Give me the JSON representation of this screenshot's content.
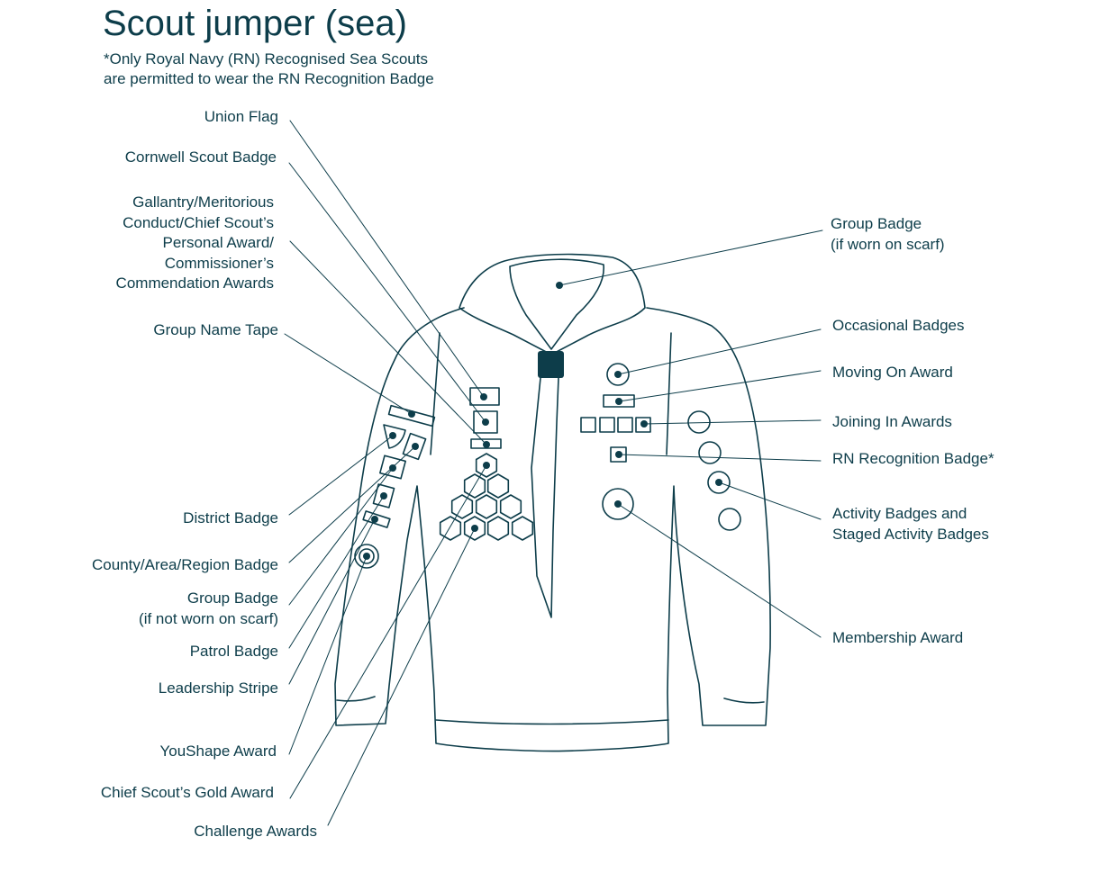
{
  "title": "Scout jumper (sea)",
  "note": {
    "line1": "*Only Royal Navy (RN) Recognised Sea Scouts",
    "line2": "are permitted to wear the RN Recognition Badge"
  },
  "labels_left": {
    "union_flag": "Union Flag",
    "cornwell_scout_badge": "Cornwell Scout Badge",
    "gallantry": [
      "Gallantry/Meritorious",
      "Conduct/Chief Scout’s",
      "Personal Award/",
      "Commissioner’s",
      "Commendation Awards"
    ],
    "group_name_tape": "Group Name Tape",
    "district_badge": "District Badge",
    "county_badge": "County/Area/Region Badge",
    "group_badge_not_scarf": [
      "Group Badge",
      "(if not worn on scarf)"
    ],
    "patrol_badge": "Patrol Badge",
    "leadership_stripe": "Leadership Stripe",
    "youshape_award": "YouShape Award",
    "chief_scout_gold_award": "Chief Scout’s Gold Award",
    "challenge_awards": "Challenge Awards"
  },
  "labels_right": {
    "group_badge_scarf": [
      "Group Badge",
      "(if worn on scarf)"
    ],
    "occasional_badges": "Occasional Badges",
    "moving_on_award": "Moving On Award",
    "joining_in_awards": "Joining In Awards",
    "rn_recognition_badge": "RN Recognition Badge*",
    "activity_badges": [
      "Activity Badges and",
      "Staged Activity Badges"
    ],
    "membership_award": "Membership Award"
  },
  "colors": {
    "ink": "#0d3d4a",
    "background": "#ffffff"
  }
}
